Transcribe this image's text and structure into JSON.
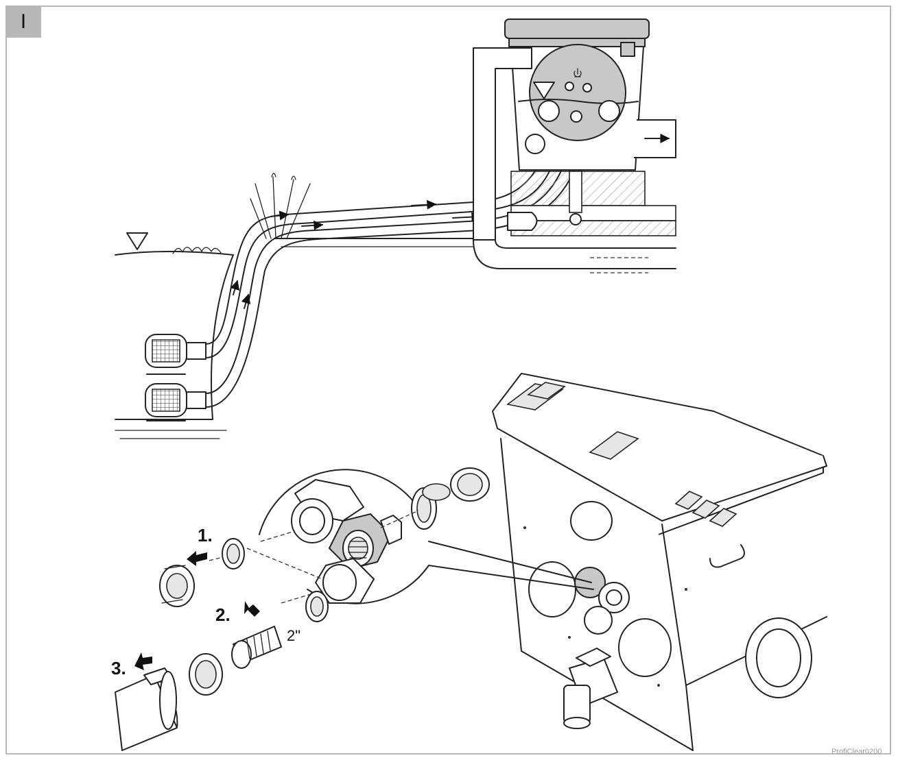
{
  "panel": {
    "label": "I"
  },
  "steps": [
    {
      "label": "1."
    },
    {
      "label": "2."
    },
    {
      "label": "3."
    }
  ],
  "size_label": "2\"",
  "image_code": "ProfiClear0200",
  "icons": {
    "water_level": "water-level-triangle-icon",
    "arrow": "direction-arrow-icon"
  }
}
